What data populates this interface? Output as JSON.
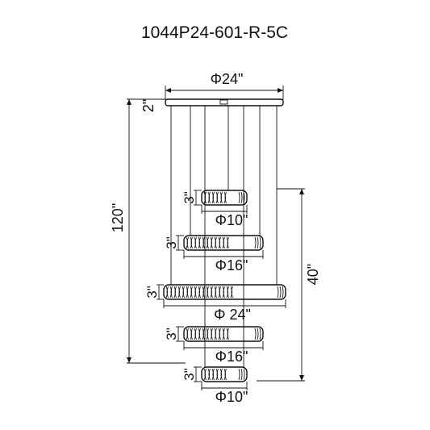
{
  "title": "1044P24-601-R-5C",
  "canopy": {
    "diameter_label": "Φ24\"",
    "height_label": "2\""
  },
  "overall_height_label": "120\"",
  "rings_height_label": "40\"",
  "rings": [
    {
      "id": "ring-1",
      "height_label": "3\"",
      "diameter_label": "Φ10\""
    },
    {
      "id": "ring-2",
      "height_label": "3\"",
      "diameter_label": "Φ16\""
    },
    {
      "id": "ring-3",
      "height_label": "3\"",
      "diameter_label": "Φ 24\""
    },
    {
      "id": "ring-4",
      "height_label": "3\"",
      "diameter_label": "Φ16\""
    },
    {
      "id": "ring-5",
      "height_label": "3\"",
      "diameter_label": "Φ10\""
    }
  ],
  "colors": {
    "ink": "#111111",
    "background": "#ffffff"
  }
}
